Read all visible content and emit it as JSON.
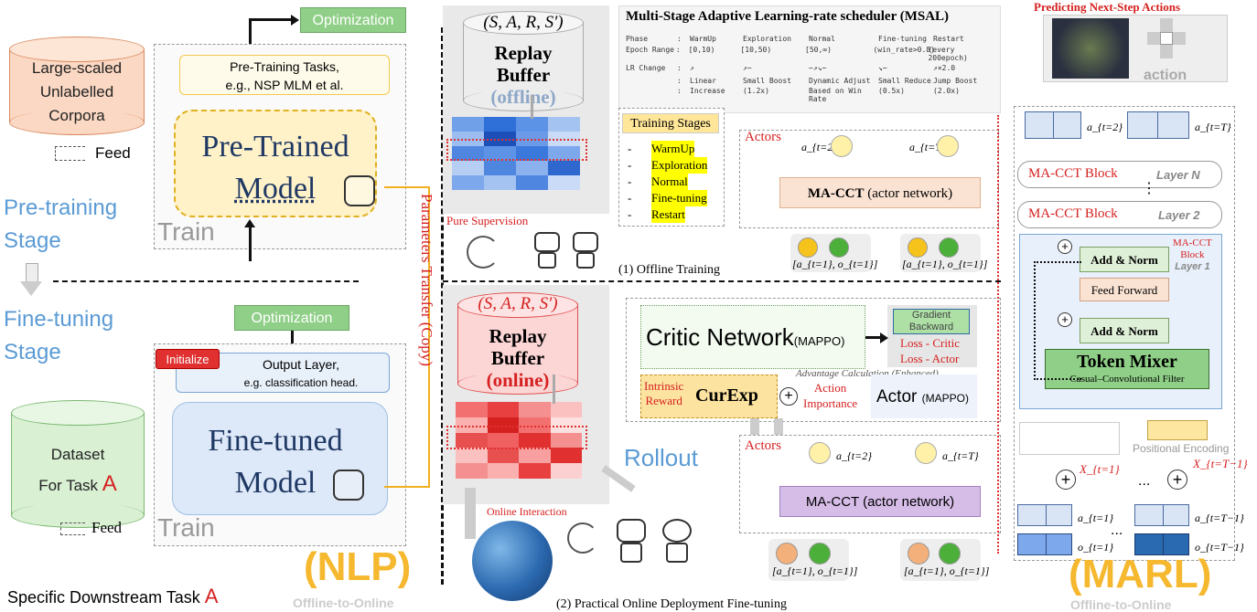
{
  "left": {
    "corpora": "Large-scaled\nUnlabelled\nCorpora",
    "feed": "Feed",
    "feed2": "Feed",
    "pretraining_stage_line1": "Pre-training",
    "pretraining_stage_line2": "Stage",
    "finetuning_stage_line1": "Fine-tuning",
    "finetuning_stage_line2": "Stage",
    "optimization_top": "Optimization",
    "pretraining_tasks_line1": "Pre-Training Tasks,",
    "pretraining_tasks_line2": "e.g., NSP MLM et al.",
    "pretrained_model_line1": "Pre-Trained",
    "pretrained_model_line2": "Model",
    "train_top": "Train",
    "optimization_bottom": "Optimization",
    "initialize": "Initialize",
    "output_layer": "Output Layer,",
    "output_layer_sub": "e.g. classification head.",
    "finetuned_model_line1": "Fine-tuned",
    "finetuned_model_line2": "Model",
    "train_bottom": "Train",
    "dataset_line1": "Dataset",
    "dataset_line2": "For Task",
    "dataset_task_letter": "A",
    "params_transfer": "Parameters Transfer (Copy)",
    "specific_task": "Specific Downstream Task",
    "specific_task_letter": "A",
    "nlp": "(NLP)",
    "offline_to_online": "Offline-to-Online"
  },
  "middle": {
    "sars": "(S, A, R, S′)",
    "replay_offline_line1": "Replay",
    "replay_offline_line2": "Buffer",
    "replay_offline_line3": "(offline)",
    "pure_supervision": "Pure Supervision",
    "sars2": "(S, A, R, S′)",
    "replay_online_line1": "Replay",
    "replay_online_line2": "Buffer",
    "replay_online_line3": "(online)",
    "rollout": "Rollout",
    "online_interaction": "Online Interaction",
    "offline_training": "(1) Offline Training",
    "online_deployment": "(2) Practical Online Deployment Fine-tuning"
  },
  "msal": {
    "title": "Multi-Stage Adaptive Learning-rate scheduler (MSAL)",
    "row_phase": [
      "Phase",
      ":",
      "WarmUp",
      "Exploration",
      "Normal",
      "Fine-tuning",
      "Restart"
    ],
    "row_epoch": [
      "Epoch Range",
      ":",
      "[0,10)",
      "[10,50)",
      "[50,∞)",
      "(win_rate>0.8)",
      "(every 200epoch)"
    ],
    "row_lr_arrows": [
      "LR Change",
      ":",
      "↗",
      "↗∼",
      "∼↗↘∼",
      "↘∼",
      "↗×2.0"
    ],
    "row_lr_desc1": [
      "",
      ":",
      "Linear",
      "Small Boost",
      "Dynamic Adjust",
      "Small Reduce",
      "Jump Boost"
    ],
    "row_lr_desc2": [
      "",
      ":",
      "Increase",
      "(1.2x)",
      "Based on Win Rate",
      "(0.5x)",
      "(2.0x)"
    ],
    "training_stages_title": "Training Stages",
    "stages": [
      "WarmUp",
      "Exploration",
      "Normal",
      "Fine-tuning",
      "Restart"
    ]
  },
  "actors_top": {
    "label": "Actors",
    "a_t2": "a_{t=2}",
    "a_tT": "a_{t=T}",
    "mact": "MA-CCT",
    "mact_suffix": "(actor network)",
    "in1": "[a_{t=1}, o_{t=1}]",
    "in2": "[a_{t=1}, o_{t=1}]"
  },
  "critic": {
    "critic_net": "Critic Network",
    "critic_suffix": "(MAPPO)",
    "gradient": "Gradient",
    "backward": "Backward",
    "loss_critic": "Loss - Critic",
    "loss_actor": "Loss - Actor",
    "advantage": "Advantage Calculation (Enhanced)",
    "intrinsic": "Intrinsic",
    "reward": "Reward",
    "curexp": "CurExp",
    "action": "Action",
    "importance": "Importance",
    "actor": "Actor",
    "actor_suffix": "(MAPPO)"
  },
  "actors_bottom": {
    "label": "Actors",
    "a_t2": "a_{t=2}",
    "a_tT": "a_{t=T}",
    "mact": "MA-CCT (actor network)",
    "in1": "[a_{t=1}, o_{t=1}]",
    "in2": "[a_{t=1}, o_{t=1}]"
  },
  "right": {
    "predicting": "Predicting Next-Step Actions",
    "action": "action",
    "a_t2": "a_{t=2}",
    "a_tT": "a_{t=T}",
    "block_n": "MA-CCT Block",
    "layer_n": "Layer N",
    "dots": "⋮",
    "block_2": "MA-CCT Block",
    "layer_2": "Layer 2",
    "inner_title1": "MA-CCT",
    "inner_title2": "Block",
    "inner_title3": "Layer 1",
    "add_norm1": "Add & Norm",
    "feed_forward": "Feed Forward",
    "add_norm2": "Add & Norm",
    "token_mixer": "Token Mixer",
    "token_mixer_sub": "Casual–Convolutional Filter",
    "positional_encoding": "Positional Encoding",
    "x_t1": "X_{t=1}",
    "x_tT": "X_{t=T−1}",
    "ellipsis": "...",
    "a_t1": "a_{t=1}",
    "o_t1": "o_{t=1}",
    "a_tT1": "a_{t=T−1}",
    "o_tT1": "o_{t=T−1}",
    "marl": "(MARL)",
    "offline_to_online": "Offline-to-Online"
  }
}
